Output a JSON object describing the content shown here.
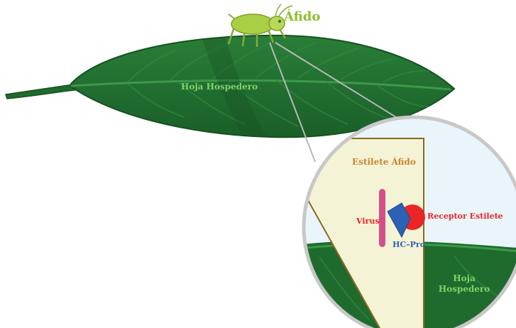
{
  "labels": {
    "aphid": "Áfido",
    "leaf_main": "Hoja Hospedero",
    "stylet": "Estilete Áfido",
    "virus": "Virus",
    "receptor": "Receptor Estilete",
    "hcpro": "HC–Pro",
    "leaf_inset_line1": "Hoja",
    "leaf_inset_line2": "Hospedero"
  },
  "colors": {
    "leaf_dark": "#1f6b2d",
    "leaf_mid": "#2f8a3c",
    "leaf_label": "#7fd36b",
    "aphid_body": "#a9cf45",
    "aphid_label": "#8fbf2f",
    "stylet_fill": "#f5f3d6",
    "stylet_label": "#c9852c",
    "virus": "#d34f8a",
    "receptor": "#ea2427",
    "hcpro": "#2c62b5",
    "inset_border": "#c8c8c8",
    "inset_sky": "#e9f5fb"
  }
}
